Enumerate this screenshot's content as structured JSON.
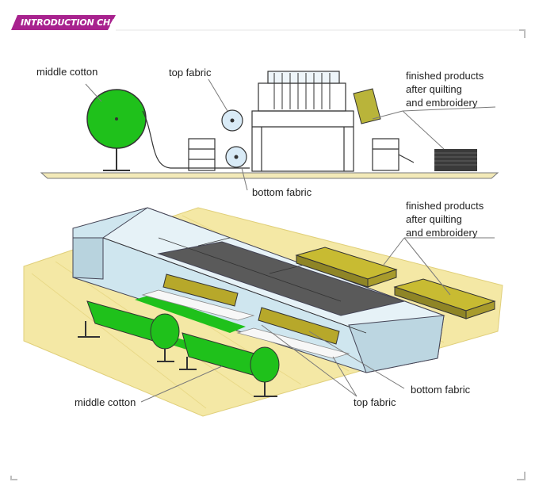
{
  "banner": {
    "title": "INTRODUCTION CHART"
  },
  "colors": {
    "banner": "#a8228e",
    "cotton": "#1fc11b",
    "floor": "#f4e8a5",
    "fabric_roll": "#b7a82a",
    "machine": "#cfe6ef"
  },
  "top_diagram": {
    "middle_cotton": "middle cotton",
    "top_fabric": "top fabric",
    "bottom_fabric": "bottom fabric",
    "finished": [
      "finished products",
      "after quilting",
      "and embroidery"
    ]
  },
  "bottom_diagram": {
    "middle_cotton": "middle cotton",
    "top_fabric": "top fabric",
    "bottom_fabric": "bottom fabric",
    "finished": [
      "finished products",
      "after quilting",
      "and embroidery"
    ]
  }
}
